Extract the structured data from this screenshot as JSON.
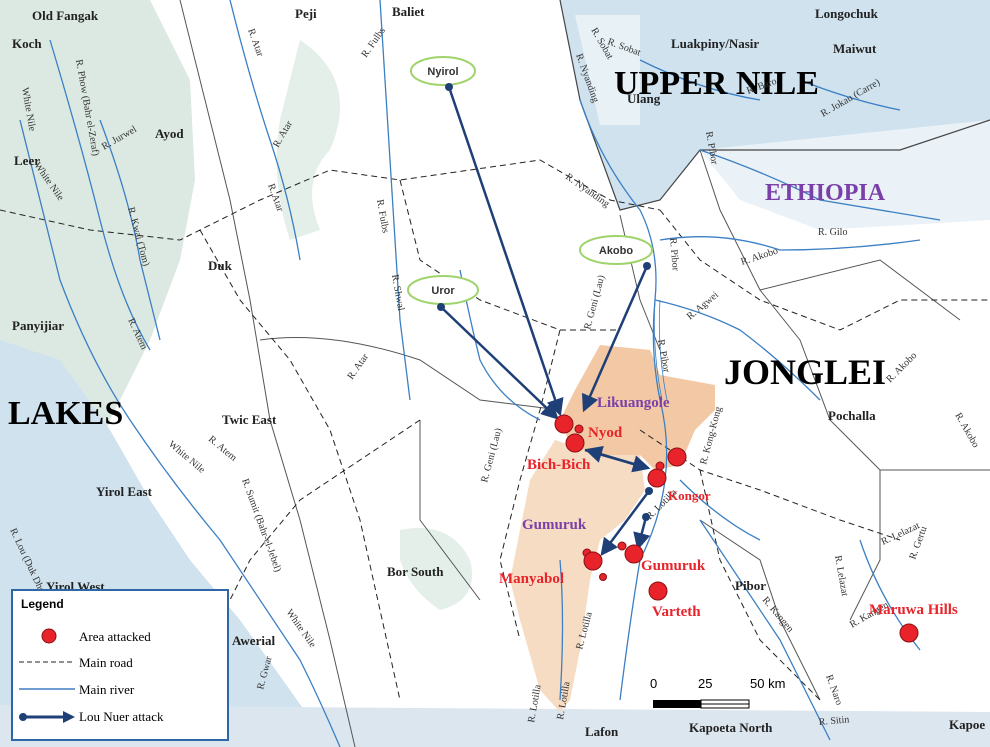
{
  "colors": {
    "water": "#cfe2ee",
    "wetland": "#dbe9e2",
    "attack_zone": "#f2c9a4",
    "attack_marker": "#e8232a",
    "arrow": "#1f3f77",
    "river": "#3b7fc4",
    "origin_ellipse": "#9fd36b",
    "legend_border": "#2f67a6"
  },
  "regions": {
    "upper_nile": "UPPER NILE",
    "jonglei": "JONGLEI",
    "lakes": "LAKES",
    "ethiopia": "ETHIOPIA"
  },
  "places": {
    "old_fangak": "Old Fangak",
    "koch": "Koch",
    "peji": "Peji",
    "baliet": "Baliet",
    "longochuk": "Longochuk",
    "luakpiny_nasir": "Luakpiny/Nasir",
    "maiwut": "Maiwut",
    "ulang": "Ulang",
    "ayod": "Ayod",
    "leer": "Leer",
    "duk": "Duk",
    "panyijiar": "Panyijiar",
    "twic_east": "Twic East",
    "yirol_east": "Yirol East",
    "yirol_west": "Yirol West",
    "awerial": "Awerial",
    "bor_south": "Bor South",
    "pochalla": "Pochalla",
    "pibor": "Pibor",
    "lafon": "Lafon",
    "kapoeta_north": "Kapoeta North",
    "kapoeta_cut": "Kapoe"
  },
  "origins": {
    "nyirol": "Nyirol",
    "akobo": "Akobo",
    "uror": "Uror"
  },
  "attacked": {
    "nyod": "Nyod",
    "bich_bich": "Bich-Bich",
    "kongor": "Kongor",
    "gumuruk": "Gumuruk",
    "manyabol": "Manyabol",
    "varteth": "Varteth",
    "maruwa_hills": "Maruwa Hills"
  },
  "areas": {
    "likuangole": "Likuangole",
    "gumuruk": "Gumuruk"
  },
  "rivers": {
    "fulbs_top": "R. Fulbs",
    "atar_top": "R. Atar",
    "sobat": "R. Sobat",
    "sobat2": "R. Sobat",
    "nyanding": "R. Nyanding",
    "nyanding2": "R. Nyanding",
    "baro": "R. Baro",
    "jokau": "R. Jokau (Carre)",
    "pibor_top": "R. Pibor",
    "white_nile_top": "White Nile",
    "phow": "R. Phow (Bahr el-Zeraf)",
    "jurwel": "R. Jurwel",
    "kwai": "R. Kwai (Tom)",
    "white_nile_mid": "White Nile",
    "atem_left": "R. Atem",
    "atar_mid": "R. Atar",
    "atar2": "R. Atar",
    "fulbs_mid": "R. Fulbs",
    "shwal": "R. Shwal",
    "atar_low": "R. Atar",
    "geni_lau_top": "R. Geni (Lau)",
    "gilo": "R. Gilo",
    "akobo_mid": "R. Akobo",
    "pibor_mid": "R. Pibor",
    "agwei": "R. Agwei",
    "akobo_right": "R. Akobo",
    "akobo_right2": "R. Akobo",
    "pibor_low": "R. Pibor",
    "kong_kong": "R. Kong-Kong",
    "geni_lau_low": "R. Geni (Lau)",
    "atem_low": "R. Atem",
    "white_nile_low": "White Nile",
    "sumit": "R. Sumit (Bahr-el-Jebel)",
    "lou": "R. Lou (Duk Dhok)",
    "white_nile_bottom": "White Nile",
    "lotilla": "R. Lotilla",
    "lotilla2": "R. Lotilla",
    "lotilla3": "R. Lotilla",
    "lotilla4": "R. Lotilla",
    "kangen": "R. Kangen",
    "kangen2": "R. Kangen",
    "lelazat": "R. Lelazat",
    "lelazat2": "R. Lelazat",
    "gertu": "R. Gertu",
    "gwar": "R. Gwar",
    "naro": "R. Naro",
    "sitin": "R. Sitin"
  },
  "scale": {
    "t0": "0",
    "t1": "25",
    "t2": "50 km"
  },
  "legend": {
    "title": "Legend",
    "items": [
      {
        "label": "Area attacked",
        "symbol": "red-circle"
      },
      {
        "label": "Main road",
        "symbol": "dashed-line"
      },
      {
        "label": "Main river",
        "symbol": "blue-line"
      },
      {
        "label": "Lou Nuer attack",
        "symbol": "arrow"
      }
    ]
  }
}
